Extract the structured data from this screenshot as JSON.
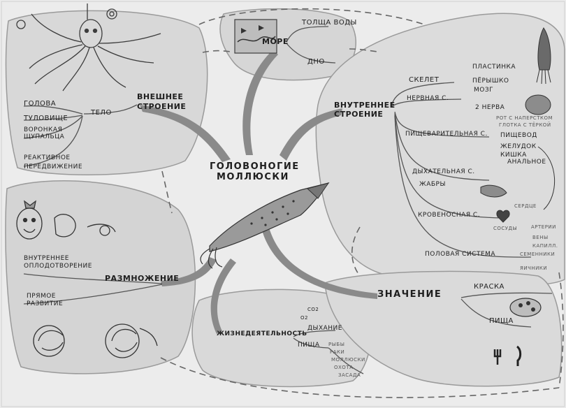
{
  "center": {
    "line1": "ГОЛОВОНОГИЕ",
    "line2": "МОЛЛЮСКИ"
  },
  "external": {
    "title1": "ВНЕШНЕЕ",
    "title2": "СТРОЕНИЕ",
    "telo": "ТЕЛО",
    "golova": "ГОЛОВА",
    "tulovishche": "ТУЛОВИЩЕ",
    "voronka1": "ВОРОНКАЯ",
    "voronka2": "ЩУПАЛЬЦА",
    "reaktiv1": "РЕАКТИВНОЕ",
    "reaktiv2": "ПЕРЕДВИЖЕНИЕ"
  },
  "sea": {
    "label": "МОРЕ",
    "tolshcha": "ТОЛЩА ВОДЫ",
    "dno": "ДНО"
  },
  "internal": {
    "title1": "ВНУТРЕННЕЕ",
    "title2": "СТРОЕНИЕ",
    "skelet": "СКЕЛЕТ",
    "plastinka": "ПЛАСТИНКА",
    "peryshko": "ПЁРЫШКО",
    "nervnaya": "НЕРВНАЯ С.",
    "mozg": "МОЗГ",
    "nerva": "2 НЕРВА",
    "pishchevar": "ПИЩЕВАРИТЕЛЬНАЯ С.",
    "rot": "РОТ С НАПЕРСТКОМ",
    "glotka": "ГЛОТКА С ТЁРКОЙ",
    "pishchevod": "ПИЩЕВОД",
    "zheludok": "ЖЕЛУДОК",
    "kishka": "КИШКА",
    "analnoe": "АНАЛЬНОЕ",
    "dykhat": "ДЫХАТЕЛЬНАЯ С.",
    "zhabry": "ЖАБРЫ",
    "krovenos": "КРОВЕНОСНАЯ С.",
    "serdce": "СЕРДЦЕ",
    "sosudy": "СОСУДЫ",
    "arterii": "АРТЕРИИ",
    "veny": "ВЕНЫ",
    "kapill": "КАПИЛЛ.",
    "polovaya": "ПОЛОВАЯ СИСТЕМА",
    "semenniki": "СЕМЕННИКИ",
    "yaichniki": "ЯИЧНИКИ"
  },
  "reproduction": {
    "title": "РАЗМНОЖЕНИЕ",
    "vnutr1": "ВНУТРЕННЕЕ",
    "vnutr2": "ОПЛОДОТВОРЕНИЕ",
    "pryamoe1": "ПРЯМОЕ",
    "pryamoe2": "РАЗВИТИЕ"
  },
  "life": {
    "title": "ЖИЗНЕДЕЯТЕЛЬНОСТЬ",
    "co2": "CO2",
    "o2": "O2",
    "dykhanie": "ДЫХАНИЕ",
    "pishcha": "ПИЩА",
    "food1": "РЫБЫ",
    "food2": "РАКИ",
    "food3": "МОЛЛЮСКИ",
    "food4": "ОХОТА",
    "food5": "ЗАСАДА"
  },
  "value": {
    "title": "ЗНАЧЕНИЕ",
    "kraska": "КРАСКА",
    "pishcha": "ПИЩА"
  }
}
